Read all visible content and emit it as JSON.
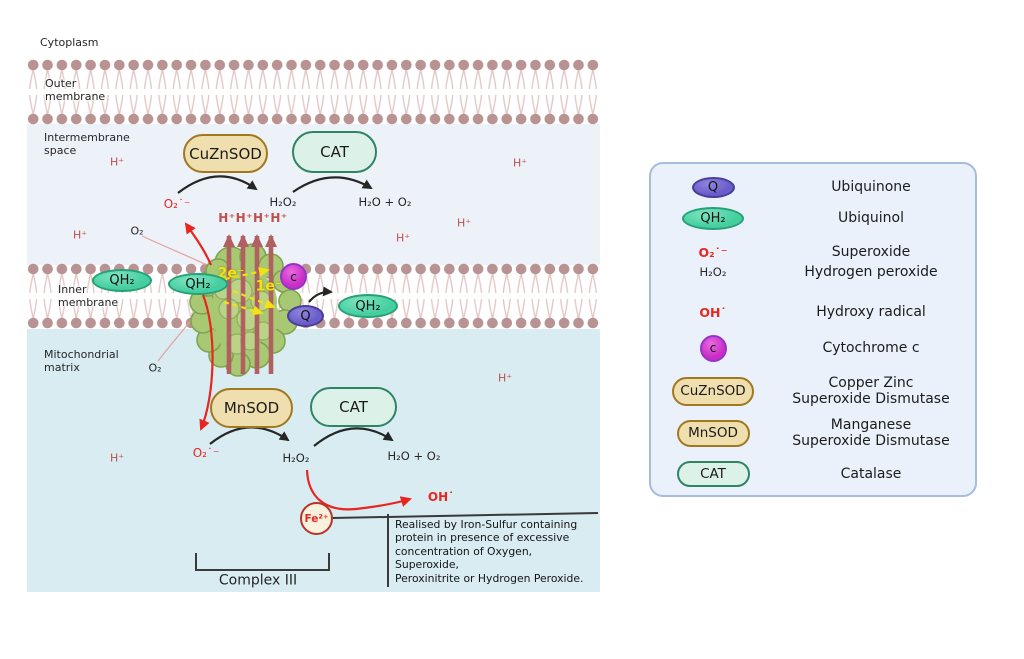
{
  "colors": {
    "red": "#e8251f",
    "maroon_arrow": "#b06060",
    "proton_text": "#c0504c",
    "electron_yellow": "#f2e113",
    "intermembrane_bg": "#edf1f8",
    "matrix_bg": "#d8ecf2",
    "membrane_head": "#b99292",
    "membrane_tail": "#e2c8c8",
    "sod_pill_fill": "#f0dfae",
    "sod_pill_border": "#a07820",
    "cat_pill_fill": "#dcf2e8",
    "cat_pill_border": "#2e8463",
    "ubiquinol_fill": "#45cfa0",
    "ubiquinone_fill": "#6a5cc9",
    "cytochrome_fill": "#cb2ec6",
    "complex_fill": "#a9c873",
    "legend_bg": "#eaf1fb",
    "legend_border": "#a6bcdb"
  },
  "regions": {
    "cytoplasm": "Cytoplasm",
    "outer_membrane": "Outer\nmembrane",
    "intermembrane_space": "Intermembrane\nspace",
    "inner_membrane": "Inner\nmembrane",
    "mitochondrial_matrix": "Mitochondrial\nmatrix"
  },
  "molecules": {
    "h_plus": "H⁺",
    "o2": "O₂",
    "superoxide": "O₂˙⁻",
    "hydrogen_peroxide": "H₂O₂",
    "water_oxygen": "H₂O + O₂",
    "hydroxy_radical": "OH˙",
    "proton_pump": "H⁺H⁺H⁺H⁺",
    "two_electron": "2e⁻",
    "one_electron": "1e⁻",
    "ubiquinol": "QH₂",
    "ubiquinone": "Q",
    "cytochrome_c": "c",
    "ferrous_iron": "Fe²⁺"
  },
  "enzymes": {
    "cuznsod": "CuZnSOD",
    "mnsod": "MnSOD",
    "cat": "CAT"
  },
  "complex_label": "Complex III",
  "note": "Realised by Iron-Sulfur containing\nprotein in presence of excessive\nconcentration of Oxygen, Superoxide,\nPeroxinitrite or Hydrogen Peroxide.",
  "legend": {
    "items": [
      {
        "symbol": "Q",
        "label": "Ubiquinone"
      },
      {
        "symbol": "QH₂",
        "label": "Ubiquinol"
      },
      {
        "symbol": "O₂˙⁻",
        "label": "Superoxide"
      },
      {
        "symbol": "H₂O₂",
        "label": "Hydrogen peroxide"
      },
      {
        "symbol": "OH˙",
        "label": "Hydroxy radical"
      },
      {
        "symbol": "c",
        "label": "Cytochrome c"
      },
      {
        "symbol": "CuZnSOD",
        "label": "Copper Zinc\nSuperoxide Dismutase"
      },
      {
        "symbol": "MnSOD",
        "label": "Manganese\nSuperoxide Dismutase"
      },
      {
        "symbol": "CAT",
        "label": "Catalase"
      }
    ]
  }
}
